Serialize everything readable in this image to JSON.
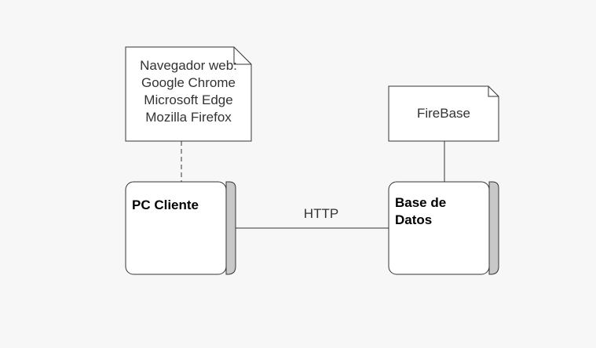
{
  "notes": {
    "browser": {
      "lines": [
        "Navegador web:",
        "Google Chrome",
        "Microsoft Edge",
        "Mozilla Firefox"
      ]
    },
    "firebase": {
      "lines": [
        "FireBase"
      ]
    }
  },
  "nodes": {
    "client": {
      "lines": [
        "PC Cliente"
      ]
    },
    "database": {
      "lines": [
        "Base de",
        "Datos"
      ]
    }
  },
  "connector": {
    "label": "HTTP"
  },
  "colors": {
    "background": "#f7f7f7",
    "stroke": "#333333",
    "node_fill": "#ffffff",
    "node_side": "#c8c8c8"
  }
}
